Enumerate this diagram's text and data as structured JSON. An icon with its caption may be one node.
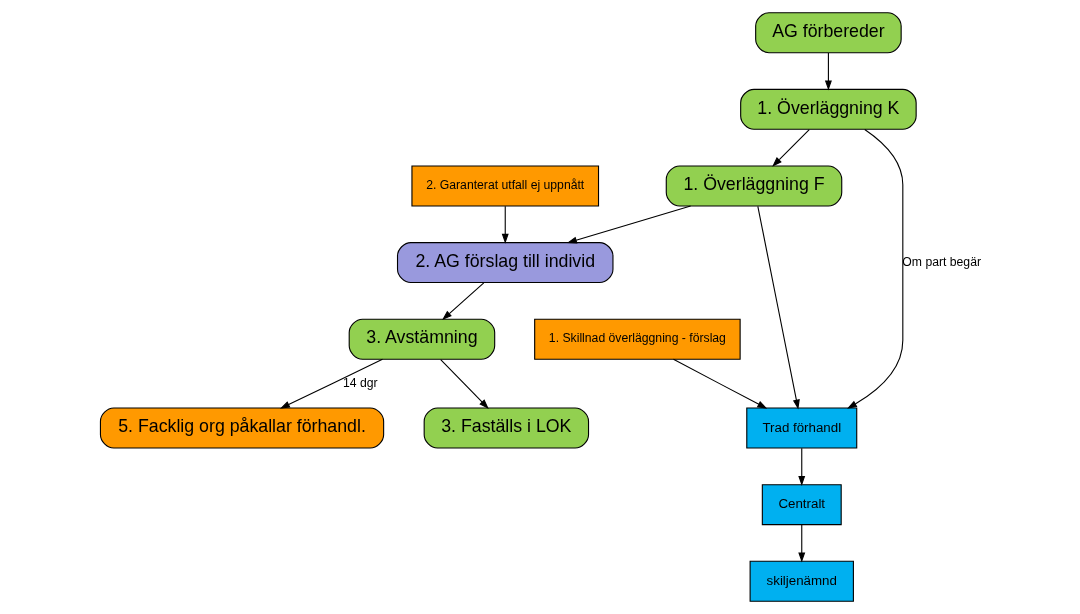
{
  "diagram": {
    "nodes": [
      {
        "text": [
          "AG förbereder"
        ]
      },
      {
        "text": [
          "1. Överläggning K"
        ]
      },
      {
        "text": [
          "1. Överläggning F"
        ]
      },
      {
        "text": [
          "2. AG förslag till individ"
        ]
      },
      {
        "text": [
          "3. Avstämning"
        ]
      },
      {
        "text": [
          "3. Faställs i LOK"
        ]
      },
      {
        "text": [
          "5. Facklig org påkallar förhandl."
        ]
      },
      {
        "text": [
          "1. Skillnad överläggning - förslag"
        ]
      },
      {
        "text": [
          "2. Garanterat utfall ej uppnått"
        ]
      },
      {
        "text": [
          "Trad förhandl"
        ]
      },
      {
        "text": [
          "Centralt"
        ]
      },
      {
        "text": [
          "skiljenämnd"
        ]
      }
    ],
    "edges": [
      {
        "from": 0,
        "to": 1,
        "arrow": "to"
      },
      {
        "from": 1,
        "to": 2,
        "arrow": "to"
      },
      {
        "from": 2,
        "to": 3,
        "arrow": "to"
      },
      {
        "from": 3,
        "to": 4,
        "arrow": "to"
      },
      {
        "from": 4,
        "to": 5,
        "arrow": "to"
      },
      {
        "from": 4,
        "to": 6,
        "label": "14 dgr",
        "arrow": "to"
      },
      {
        "from": 1,
        "to": 9,
        "label": "Om part begär",
        "arrow": "to"
      },
      {
        "from": 2,
        "to": 9,
        "arrow": "to"
      },
      {
        "from": 7,
        "to": 9,
        "arrow": "to"
      },
      {
        "from": 8,
        "to": 3,
        "arrow": "to"
      },
      {
        "from": 9,
        "to": 10,
        "arrow": "to"
      },
      {
        "from": 10,
        "to": 11,
        "arrow": "to"
      }
    ]
  }
}
